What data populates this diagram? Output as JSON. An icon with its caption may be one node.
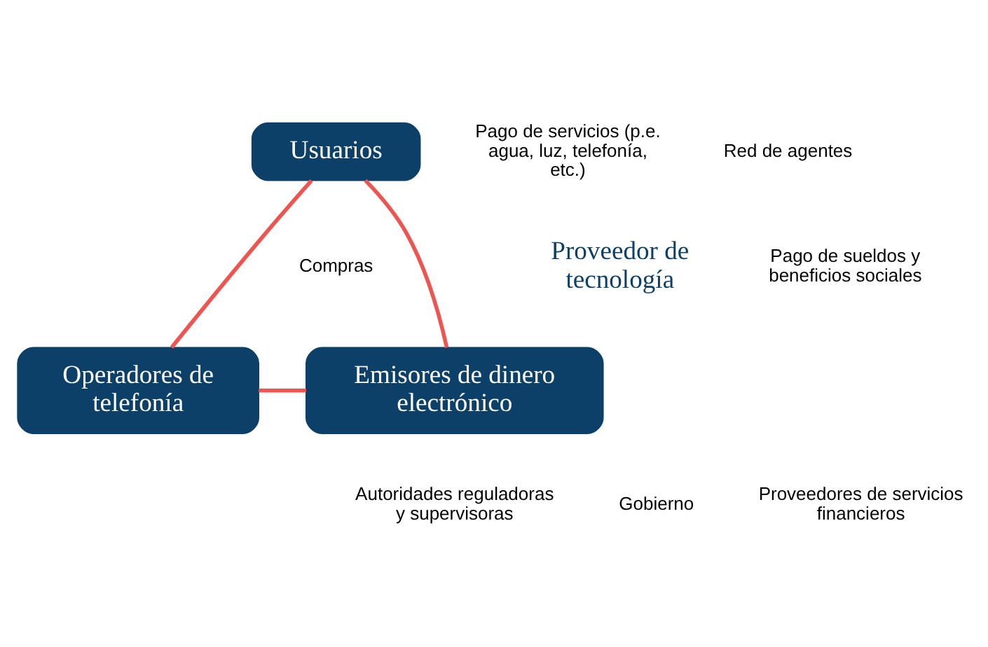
{
  "diagram": {
    "nodes": [
      {
        "text": [
          "Usuarios"
        ]
      },
      {
        "text": [
          "Emisores de dinero electrónico"
        ]
      },
      {
        "text": [
          "Operadores de telefonía"
        ]
      }
    ],
    "edges": [
      {
        "from": 0,
        "to": 2,
        "arrow": "none"
      },
      {
        "from": 2,
        "to": 1,
        "arrow": "none"
      },
      {
        "from": 1,
        "to": 0,
        "arrow": "none"
      }
    ],
    "labels": [
      "Pago de servicios (p.e. agua, luz, telefonía, etc.)",
      "Red de agentes",
      "Compras",
      "Proveedor de tecnología",
      "Pago de sueldos y beneficios sociales",
      "Autoridades reguladoras y supervisoras",
      "Gobierno",
      "Proveedores de servicios financieros"
    ]
  }
}
